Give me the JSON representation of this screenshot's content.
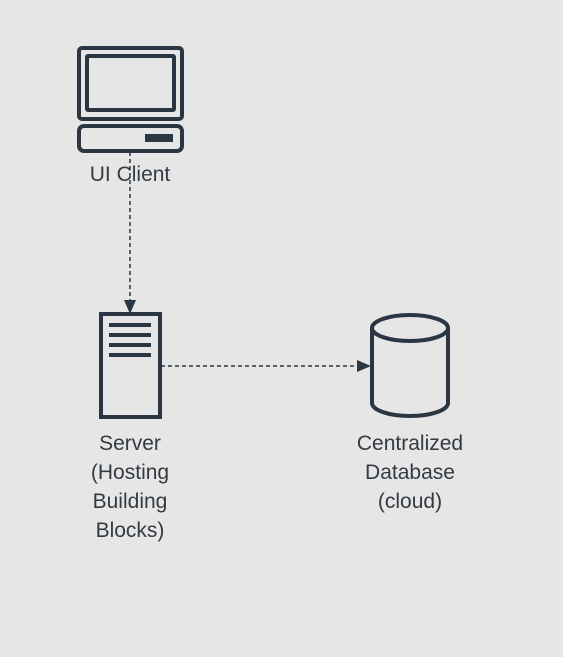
{
  "colors": {
    "background": "#e6e6e6",
    "stroke": "#2b3643",
    "text": "#333a42"
  },
  "nodes": {
    "client": {
      "icon": "monitor-icon",
      "label": "UI Client"
    },
    "server": {
      "icon": "server-tower-icon",
      "label_lines": [
        "Server",
        "(Hosting",
        "Building",
        "Blocks)"
      ]
    },
    "database": {
      "icon": "database-cylinder-icon",
      "label_lines": [
        "Centralized",
        "Database",
        "(cloud)"
      ]
    }
  },
  "edges": [
    {
      "from": "client",
      "to": "server",
      "style": "dashed"
    },
    {
      "from": "server",
      "to": "database",
      "style": "dashed"
    }
  ]
}
